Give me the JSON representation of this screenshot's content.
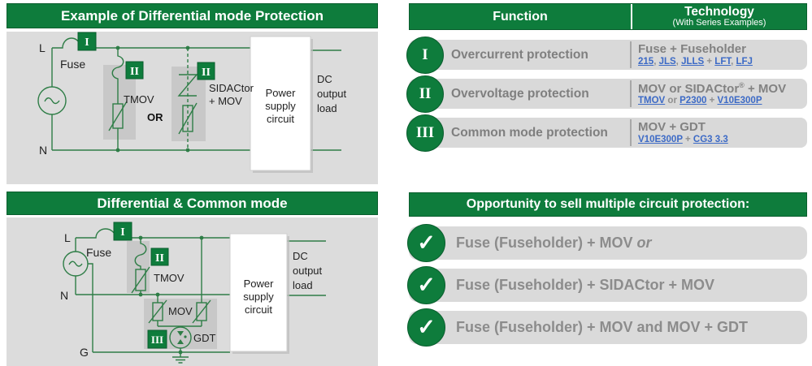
{
  "colors": {
    "brand_green": "#0e7c3c",
    "panel_gray": "#dcdcdc",
    "bar_gray": "#d9d9d9",
    "link_blue": "#3c6ac6",
    "muted_text": "#808080",
    "circuit_line": "#2e7d46"
  },
  "top_left": {
    "title": "Example of Differential mode Protection",
    "badge_overcurrent": "I",
    "badge_tmov": "II",
    "badge_sidactor": "II",
    "label_l": "L",
    "label_n": "N",
    "label_fuse": "Fuse",
    "label_tmov": "TMOV",
    "label_or": "OR",
    "label_sidactor_1": "SIDACtor",
    "label_sidactor_2": "+ MOV",
    "power": [
      "Power",
      "supply",
      "circuit"
    ],
    "dc": [
      "DC",
      "output",
      "load"
    ]
  },
  "bottom_left": {
    "title": "Differential & Common mode",
    "badge_overcurrent": "I",
    "badge_tmov": "II",
    "badge_gdt": "III",
    "label_l": "L",
    "label_n": "N",
    "label_g": "G",
    "label_fuse": "Fuse",
    "label_tmov": "TMOV",
    "label_mov": "MOV",
    "label_gdt": "GDT",
    "power": [
      "Power",
      "supply",
      "circuit"
    ],
    "dc": [
      "DC",
      "output",
      "load"
    ]
  },
  "table": {
    "header_function": "Function",
    "header_technology": "Technology",
    "header_technology_sub": "(With Series Examples)",
    "rows": [
      {
        "numeral": "I",
        "function": "Overcurrent protection",
        "tech_title": "Fuse + Fuseholder",
        "segs": [
          "215",
          ", ",
          "JLS",
          ", ",
          "JLLS",
          " + ",
          "LFT",
          ", ",
          "LFJ"
        ]
      },
      {
        "numeral": "II",
        "function": "Overvoltage protection",
        "tech_title_pre": "MOV or SIDACtor",
        "tech_title_sup": "®",
        "tech_title_post": " + MOV",
        "segs": [
          "TMOV",
          " or ",
          "P2300",
          " + ",
          "V10E300P"
        ]
      },
      {
        "numeral": "III",
        "function": "Common mode protection",
        "tech_title": "MOV + GDT",
        "segs": [
          "V10E300P",
          " + ",
          "CG3 3.3"
        ]
      }
    ]
  },
  "opportunity": {
    "title": "Opportunity to sell multiple circuit protection:",
    "check": "✓",
    "items": [
      {
        "main": "Fuse (Fuseholder) + MOV ",
        "italic": "or"
      },
      {
        "main": "Fuse (Fuseholder) + SIDACtor + MOV",
        "italic": ""
      },
      {
        "main": "Fuse (Fuseholder) + MOV and MOV + GDT",
        "italic": ""
      }
    ]
  }
}
